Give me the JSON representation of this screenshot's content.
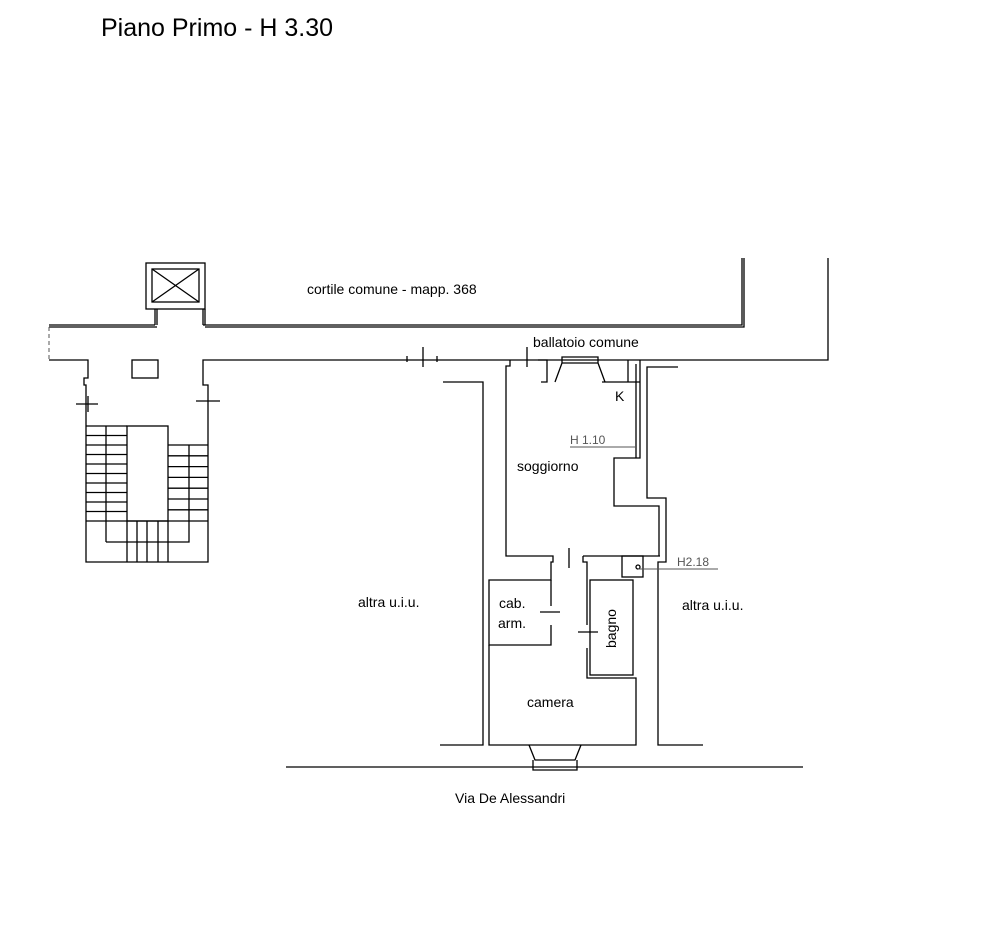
{
  "title": "Piano Primo - H 3.30",
  "labels": {
    "courtyard": "cortile comune - mapp. 368",
    "balcony": "ballatoio comune",
    "kitchen": "K",
    "height_1": "H 1.10",
    "living_room": "soggiorno",
    "height_2": "H2.18",
    "closet_line1": "cab.",
    "closet_line2": "arm.",
    "bathroom": "bagno",
    "bedroom": "camera",
    "other_unit_left": "altra u.i.u.",
    "other_unit_right": "altra u.i.u.",
    "street": "Via De Alessandri"
  }
}
